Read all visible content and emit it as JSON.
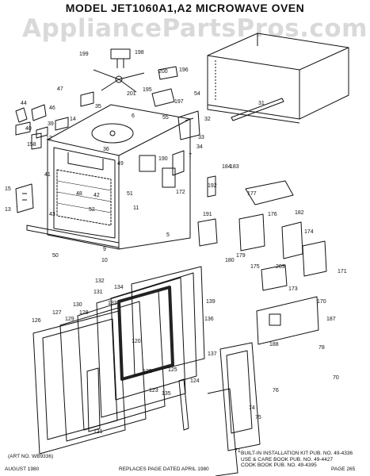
{
  "title": "MODEL JET1060A1,A2 MICROWAVE OVEN",
  "watermark": "AppliancePartsPros.com",
  "art_no": "(ART NO. WB9336)",
  "publications": [
    "BUILT-IN INSTALLATION KIT PUB. NO. 49-4336",
    "USE & CARE BOOK PUB. NO. 49-4427",
    "COOK BOOK PUB. NO. 49-4395"
  ],
  "footer": {
    "date": "AUGUST 1980",
    "replaces": "REPLACES PAGE DATED APRIL 1980",
    "page": "PAGE 265"
  },
  "callouts": {
    "n199": "199",
    "n198": "198",
    "n200": "200",
    "n201": "201",
    "n196": "196",
    "n197": "197",
    "n195": "195",
    "n54": "54",
    "n31": "31",
    "n32": "32",
    "n55": "55",
    "n33": "33",
    "n34": "34",
    "n47": "47",
    "n44": "44",
    "n46": "46",
    "n40": "40",
    "n39": "39",
    "n14": "14",
    "n12": "12",
    "n158": "158",
    "n6": "6",
    "n36": "36",
    "n35": "35",
    "n41": "41",
    "n7": "7",
    "n190": "190",
    "n49": "49",
    "n51": "51",
    "n184": "184",
    "n183": "183",
    "n192": "192",
    "n48": "48",
    "n42": "42",
    "n43": "43",
    "n52": "52",
    "n15": "15",
    "n13": "13",
    "n172": "172",
    "n177": "177",
    "n191": "191",
    "n11": "11",
    "n5": "5",
    "n176": "176",
    "n182": "182",
    "n174": "174",
    "n9": "9",
    "n50": "50",
    "n10": "10",
    "n180": "180",
    "n179": "179",
    "n175": "175",
    "n203": "203",
    "n171": "171",
    "n132": "132",
    "n131": "131",
    "n134": "134",
    "n139": "139",
    "n130": "130",
    "n133": "133",
    "n127": "127",
    "n128": "128",
    "n136": "136",
    "n129": "129",
    "n126": "126",
    "n173": "173",
    "n170": "170",
    "n187": "187",
    "n188": "188",
    "n137": "137",
    "n78": "78",
    "n120": "120",
    "n122": "122",
    "n121": "121",
    "n125": "125",
    "n123": "123",
    "n135": "135",
    "n124": "124",
    "n76": "76",
    "n70": "70",
    "n74": "74",
    "n75": "75",
    "n71": "71"
  }
}
